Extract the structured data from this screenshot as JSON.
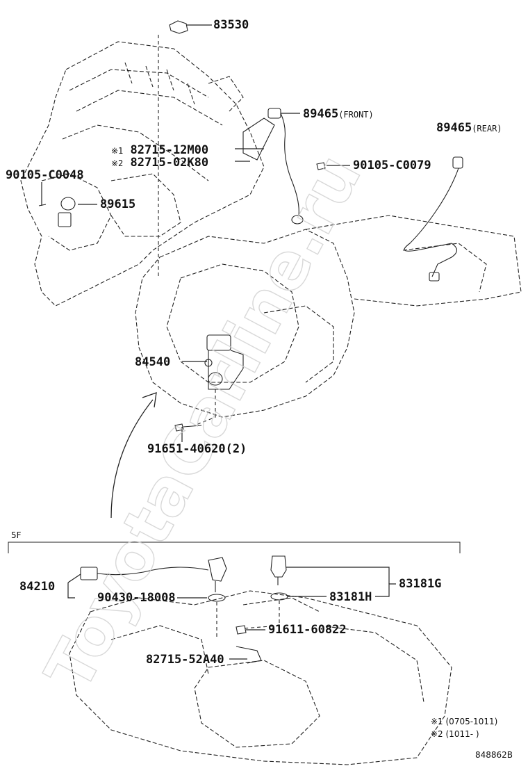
{
  "parts": {
    "p83530": "83530",
    "p89465_front": "89465",
    "front_tag": "(FRONT)",
    "p89465_rear": "89465",
    "rear_tag": "(REAR)",
    "p82715_12m00": "82715-12M00",
    "p82715_02k80": "82715-02K80",
    "mark1": "※1",
    "mark2": "※2",
    "p90105_c0048": "90105-C0048",
    "p90105_c0079": "90105-C0079",
    "p89615": "89615",
    "p84540": "84540",
    "p91651": "91651-40620(2)",
    "p84210": "84210",
    "p90430": "90430-18008",
    "p83181g": "83181G",
    "p83181h": "83181H",
    "p91611": "91611-60822",
    "p82715_52a40": "82715-52A40"
  },
  "section_label": "5F",
  "legend": {
    "note1": "※1 (0705-1011)",
    "note2": "※2 (1011-      )"
  },
  "diagram_code": "848862B",
  "watermark": "ToyotaCarline.ru"
}
